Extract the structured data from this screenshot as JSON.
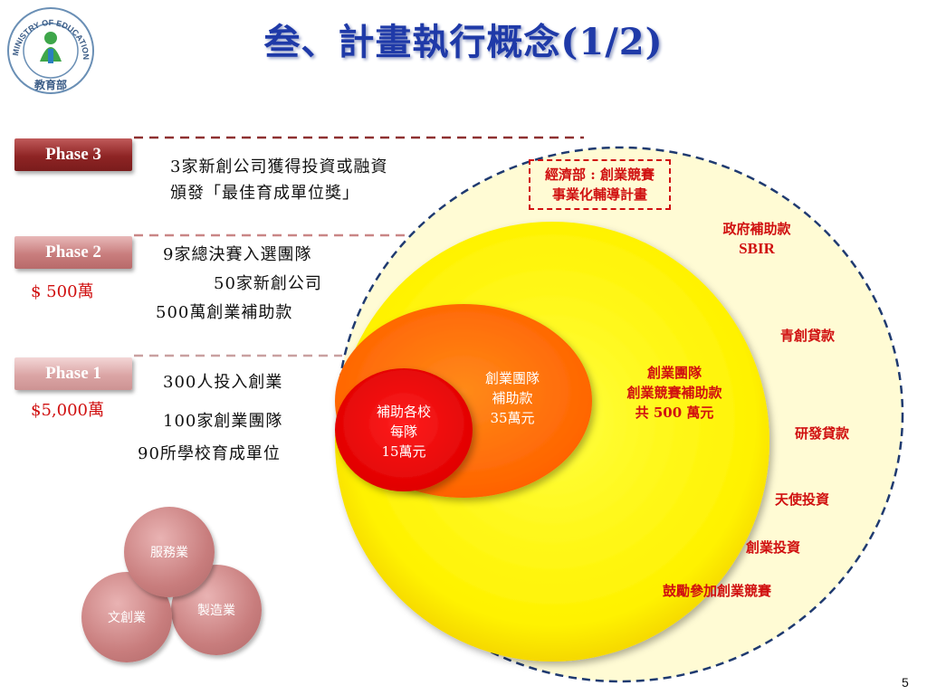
{
  "header": {
    "title": "叁、計畫執行概念(1/2)",
    "logo_text_arc": "MINISTRY OF EDUCATION",
    "logo_text_bottom": "教育部"
  },
  "phases": [
    {
      "label": "Phase 3",
      "lines": [
        "3家新創公司獲得投資或融資",
        "頒發「最佳育成單位獎」"
      ],
      "money": ""
    },
    {
      "label": "Phase 2",
      "lines": [
        "9家總決賽入選團隊",
        "50家新創公司",
        "500萬創業補助款"
      ],
      "money": "$ 500萬"
    },
    {
      "label": "Phase 1",
      "lines": [
        "300人投入創業",
        "100家創業團隊",
        "90所學校育成單位"
      ],
      "money": "$5,000萬"
    }
  ],
  "diagram": {
    "boxed": [
      "經濟部 : 創業競賽",
      "事業化輔導計畫"
    ],
    "outer_items": [
      "政府補助款",
      "SBIR",
      "青創貸款",
      "研發貸款",
      "天使投資",
      "創業投資",
      "鼓勵參加創業競賽"
    ],
    "yellow": [
      "創業團隊",
      "創業競賽補助款",
      "共 500 萬元"
    ],
    "orange": [
      "創業團隊",
      "補助款",
      "35萬元"
    ],
    "red": [
      "補助各校",
      "每隊",
      "15萬元"
    ]
  },
  "bubbles": [
    "服務業",
    "文創業",
    "製造業"
  ],
  "page_number": "5",
  "colors": {
    "title": "#1f3aa8",
    "accent_red": "#d01010",
    "phase3": "#8e2424",
    "circle_yellow": "#fff200",
    "circle_orange": "#ff6a00",
    "circle_red": "#e8000b"
  }
}
